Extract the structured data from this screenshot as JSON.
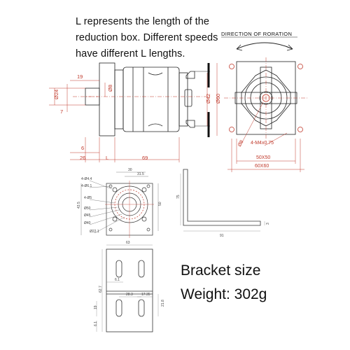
{
  "notes": {
    "line1": "L represents the length of the",
    "line2": "reduction box. Different speeds",
    "line3": "have different L lengths."
  },
  "rotation_title": "DIRECTION OF RORATION",
  "motor_dims": {
    "d24": "Ø24",
    "d8": "Ø8",
    "d42": "Ø42",
    "d60": "Ø60",
    "seven": "7",
    "nineteen": "19",
    "six": "6",
    "twentysix": "26",
    "L": "L",
    "sixtynine": "69"
  },
  "face_dims": {
    "d8": "Ø8",
    "screw": "4-M4x0.75",
    "pitch": "50X50",
    "square": "60X60"
  },
  "bracket_top": {
    "top_dim": "30",
    "top_dim2": "31.5",
    "hole1": "4-Ø4.4",
    "hole2": "4-Ø6.1",
    "hole3": "4-Ø5",
    "d50": "Ø50",
    "d45": "Ø45",
    "d40": "Ø40",
    "d22": "Ø22.1",
    "side1": "43.5",
    "side2": "50"
  },
  "bracket_side": {
    "h": "75",
    "w": "91",
    "t": "3"
  },
  "bracket_front": {
    "w": "63",
    "a": "6.1",
    "b": "28.3",
    "c": "17.35",
    "d": "21.8",
    "e": "62.7",
    "f": "19",
    "g": "6.1"
  },
  "labels": {
    "bracket_size": "Bracket size",
    "weight": "Weight: 302g"
  }
}
